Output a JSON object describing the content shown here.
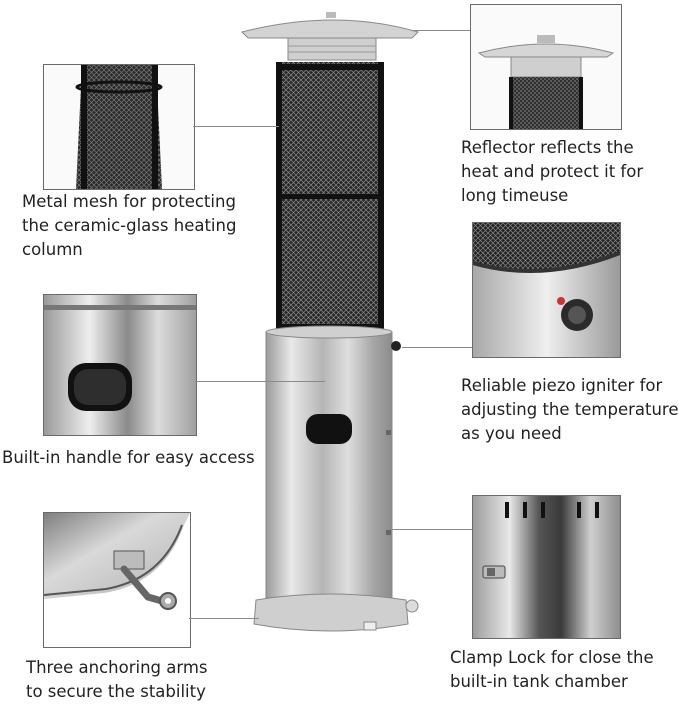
{
  "features": [
    {
      "id": "mesh",
      "lines": [
        "Metal mesh for protecting",
        "the ceramic-glass heating",
        "column"
      ]
    },
    {
      "id": "handle",
      "lines": [
        "Built-in handle for easy access"
      ]
    },
    {
      "id": "anchor",
      "lines": [
        "Three anchoring arms",
        "to secure the stability"
      ]
    },
    {
      "id": "reflector",
      "lines": [
        "Reflector reflects the",
        "heat and protect it for",
        "long timeuse"
      ]
    },
    {
      "id": "igniter",
      "lines": [
        "Reliable piezo igniter for",
        "adjusting the temperature",
        "as you need"
      ]
    },
    {
      "id": "clamp",
      "lines": [
        "Clamp Lock for close the",
        "built-in tank chamber"
      ]
    }
  ],
  "colors": {
    "steel": "#c9c9c9",
    "mesh": "#1c1c1c",
    "border": "#6a6a6a"
  }
}
